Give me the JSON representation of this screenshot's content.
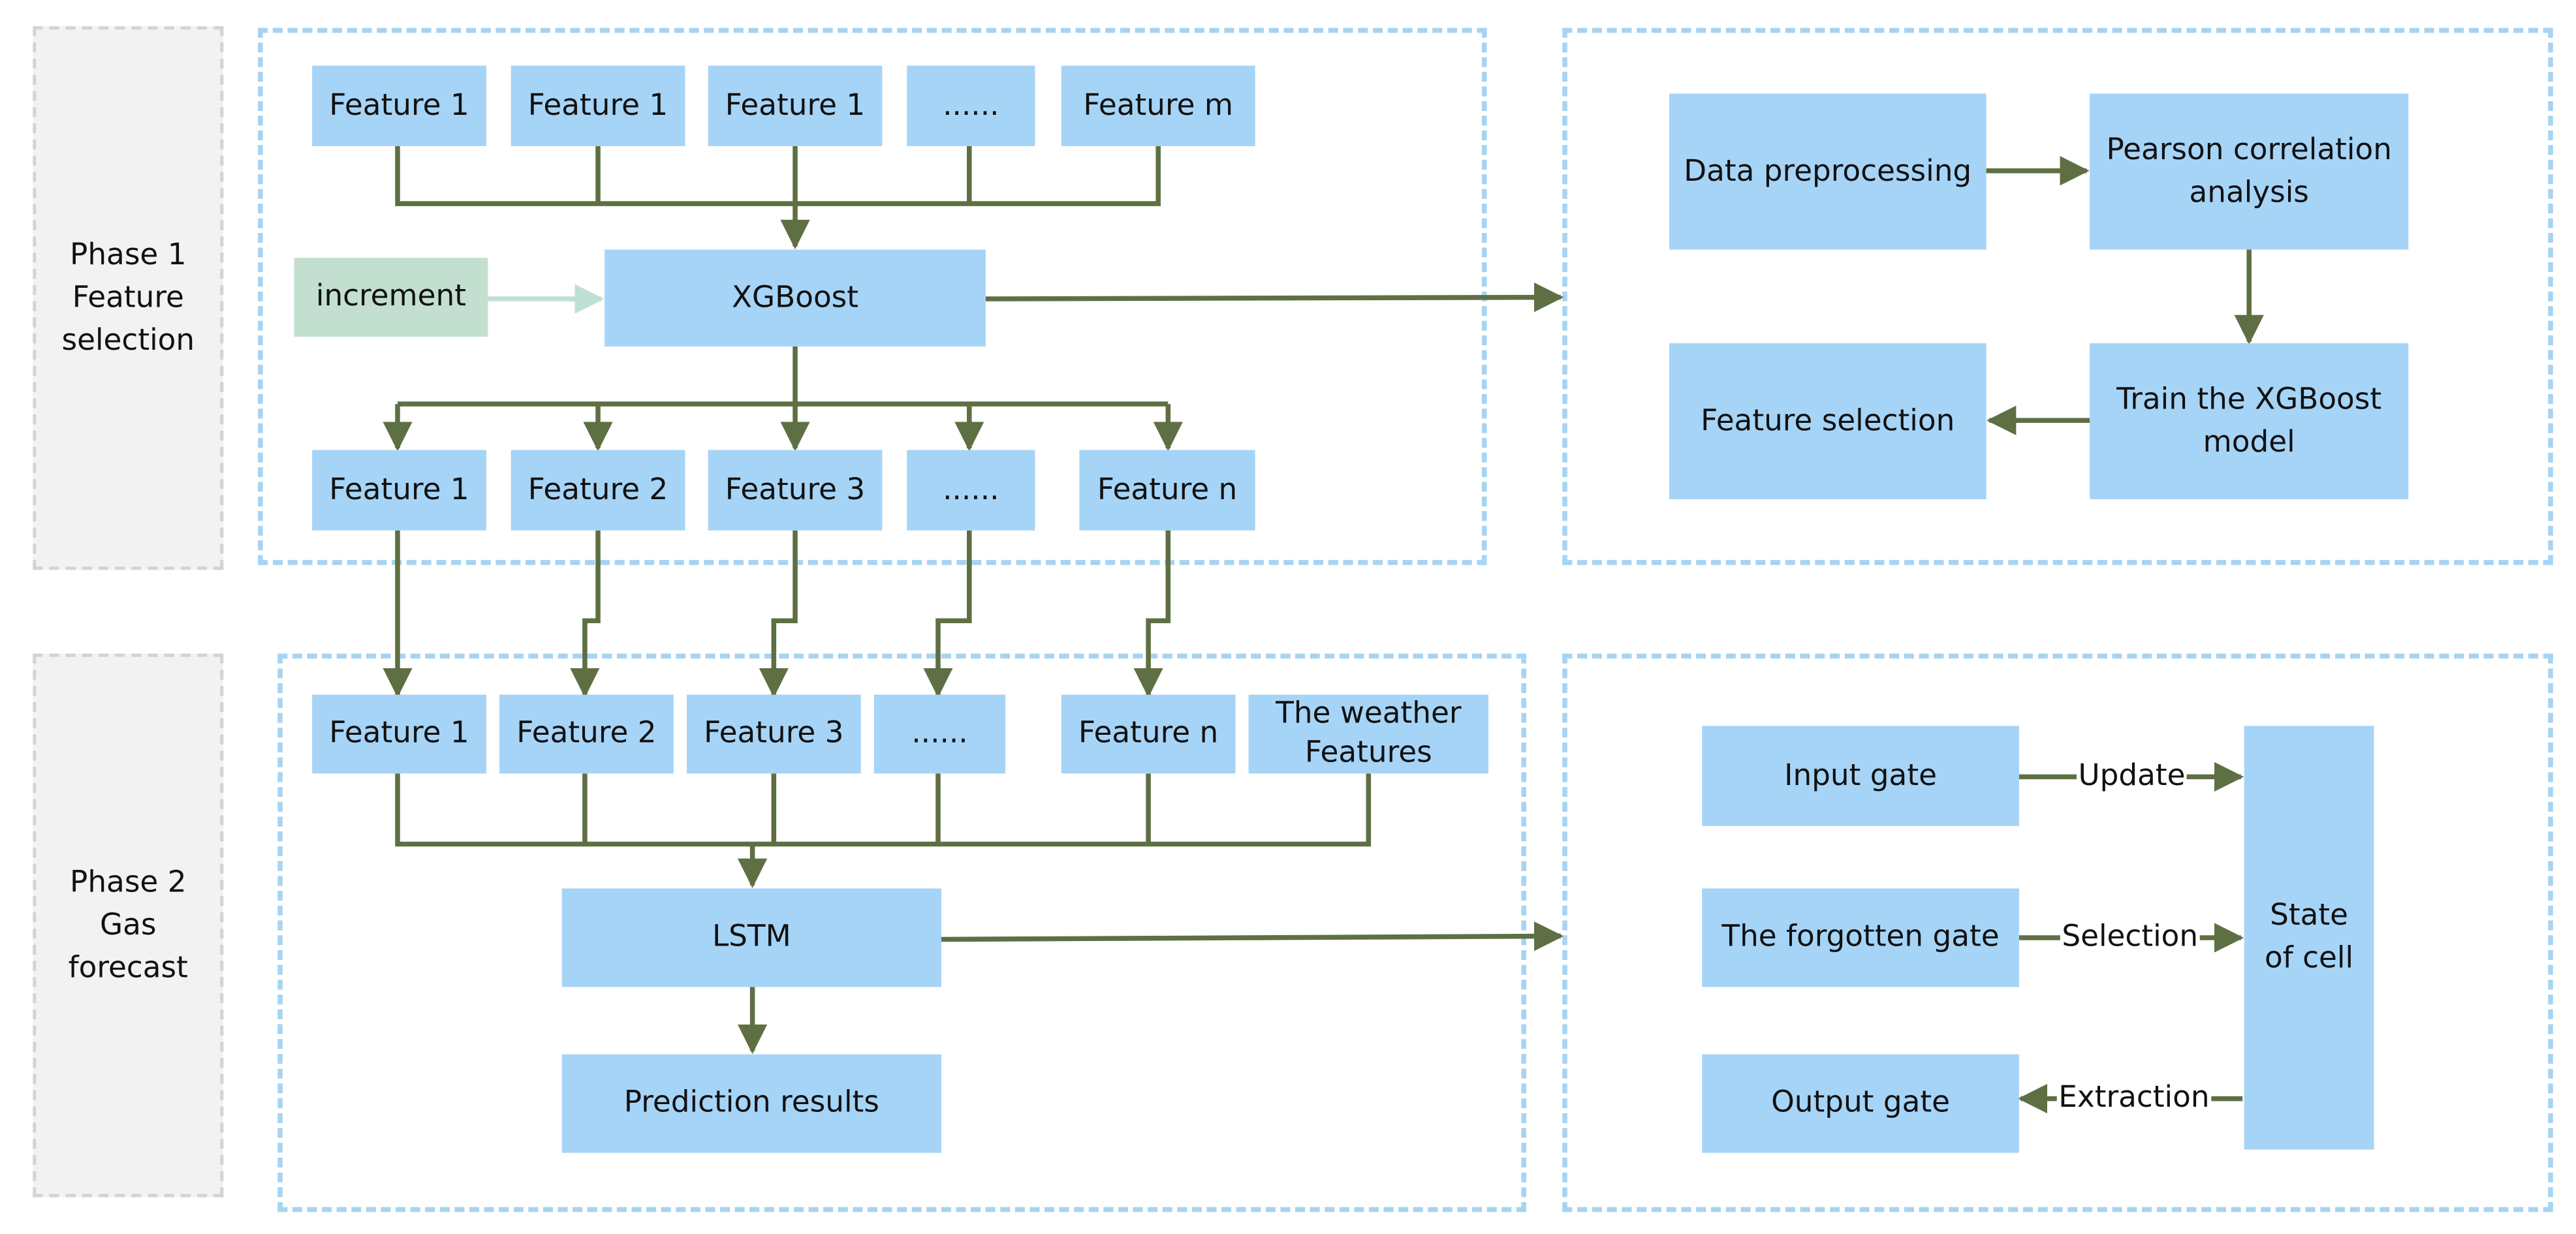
{
  "phases": {
    "phase1": [
      "Phase 1",
      "Feature",
      "selection"
    ],
    "phase2": [
      "Phase 2",
      "Gas",
      "forecast"
    ]
  },
  "phase1_features_in": [
    "Feature 1",
    "Feature 1",
    "Feature 1",
    "......",
    "Feature m"
  ],
  "increment": "increment",
  "xgboost": "XGBoost",
  "phase1_features_out": [
    "Feature 1",
    "Feature 2",
    "Feature 3",
    "......",
    "Feature n"
  ],
  "phase2_features": [
    "Feature 1",
    "Feature 2",
    "Feature 3",
    "......",
    "Feature n",
    "The weather\nFeatures"
  ],
  "lstm": "LSTM",
  "prediction": "Prediction results",
  "xgb_steps": {
    "preprocess": "Data preprocessing",
    "pearson": "Pearson correlation\nanalysis",
    "train": "Train the XGBoost\nmodel",
    "selection": "Feature selection"
  },
  "lstm_steps": {
    "input_gate": "Input gate",
    "forget_gate": "The forgotten gate",
    "output_gate": "Output gate",
    "cell_state": "State\nof cell",
    "update": "Update",
    "selection": "Selection",
    "extraction": "Extraction"
  },
  "colors": {
    "box": "#a6d4f7",
    "increment_box": "#c3dfd0",
    "dashed_border": "#a6d4f2",
    "phase_fill": "#f2f2f2",
    "arrow": "#5e7043",
    "increment_arrow": "#bfe0d2"
  }
}
